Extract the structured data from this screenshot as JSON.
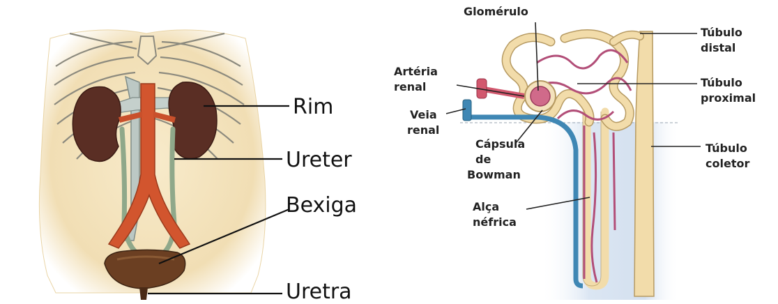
{
  "urinary_system": {
    "labels": {
      "rim": "Rim",
      "ureter": "Ureter",
      "bexiga": "Bexiga",
      "uretra": "Uretra"
    }
  },
  "nephron": {
    "labels": {
      "glomerulo": "Glomérulo",
      "tubulo_distal_1": "Túbulo",
      "tubulo_distal_2": "distal",
      "arteria_renal_1": "Artéria",
      "arteria_renal_2": "renal",
      "tubulo_proximal_1": "Túbulo",
      "tubulo_proximal_2": "proximal",
      "veia_renal_1": "Veia",
      "veia_renal_2": "renal",
      "capsula_1": "Cápsula",
      "capsula_2": "de",
      "capsula_3": "Bowman",
      "tubulo_coletor_1": "Túbulo",
      "tubulo_coletor_2": "coletor",
      "alca_1": "Alça",
      "alca_2": "néfrica"
    }
  },
  "colors": {
    "skin": "#f3e2bc",
    "kidney": "#5a2e24",
    "aorta": "#d2552e",
    "vena": "#bcc8c4",
    "ureter": "#8fa88a",
    "bladder": "#6b3f22",
    "tubule": "#f2dcaa",
    "tubule_outline": "#b69a62",
    "capillary": "#b24e78",
    "vein": "#3f87b4",
    "artery": "#d2586e",
    "medulla": "#d9e4f2"
  }
}
